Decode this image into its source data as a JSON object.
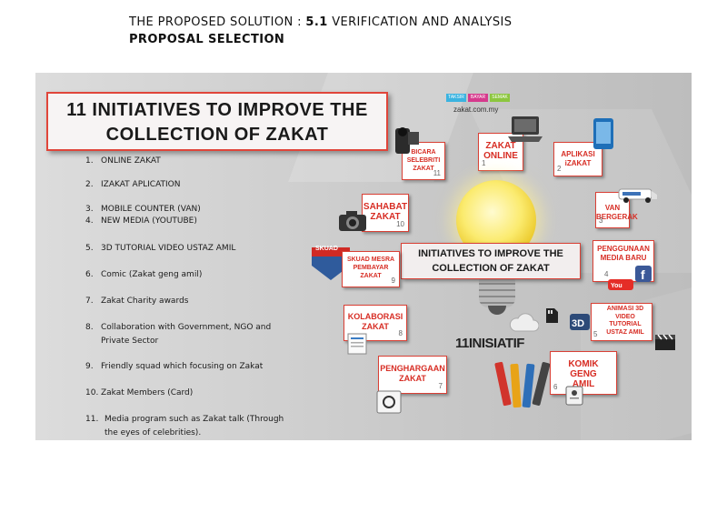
{
  "header": {
    "line1_prefix": "THE PROPOSED SOLUTION : ",
    "line1_bold": "5.1",
    "line1_suffix": " VERIFICATION AND ANALYSIS",
    "line2": "PROPOSAL SELECTION"
  },
  "slide": {
    "title_line1": "11 INITIATIVES TO IMPROVE THE",
    "title_line2": "COLLECTION OF ZAKAT",
    "list": [
      {
        "num": "1.",
        "text": "ONLINE ZAKAT"
      },
      {
        "num": "2.",
        "text": "IZAKAT APLICATION"
      },
      {
        "num": "3.",
        "text": "MOBILE COUNTER (VAN)"
      },
      {
        "num": "4.",
        "text": "NEW MEDIA (YOUTUBE)"
      },
      {
        "num": "5.",
        "text": "3D TUTORIAL VIDEO USTAZ AMIL"
      },
      {
        "num": "6.",
        "text": "Comic (Zakat geng amil)"
      },
      {
        "num": "7.",
        "text": "Zakat Charity awards"
      },
      {
        "num": "8.",
        "text": "Collaboration with Government, NGO and Private Sector"
      },
      {
        "num": "9.",
        "text": "Friendly squad which focusing on Zakat"
      },
      {
        "num": "10.",
        "text": "Zakat Members (Card)"
      },
      {
        "num": "11.",
        "text": "Media program such as Zakat talk (Through the eyes of celebrities)."
      }
    ],
    "center_line1": "INITIATIVES TO IMPROVE THE",
    "center_line2": "COLLECTION OF ZAKAT",
    "inisiatif_logo": "11INISIATIF",
    "website": "zakat.com.my",
    "website_tags": [
      "TAKSIR",
      "BAYAR",
      "SEMAK"
    ],
    "squad_badge": "SKUAD",
    "cards": [
      {
        "label": "BICARA SELEBRITI ZAKAT",
        "num": "11"
      },
      {
        "label": "ZAKAT ONLINE",
        "num": "1"
      },
      {
        "label": "APLIKASI iZAKAT",
        "num": "2"
      },
      {
        "label": "VAN BERGERAK",
        "num": "3"
      },
      {
        "label": "PENGGUNAAN MEDIA BARU",
        "num": "4"
      },
      {
        "label": "ANIMASI 3D VIDEO TUTORIAL USTAZ AMIL",
        "num": "5"
      },
      {
        "label": "KOMIK GENG AMIL",
        "num": "6"
      },
      {
        "label": "PENGHARGAAN ZAKAT",
        "num": "7"
      },
      {
        "label": "KOLABORASI ZAKAT",
        "num": "8"
      },
      {
        "label": "SKUAD MESRA PEMBAYAR ZAKAT",
        "num": "9"
      },
      {
        "label": "SAHABAT ZAKAT",
        "num": "10"
      }
    ],
    "colors": {
      "accent": "#d72d24",
      "background": "#cfcfcf"
    }
  }
}
